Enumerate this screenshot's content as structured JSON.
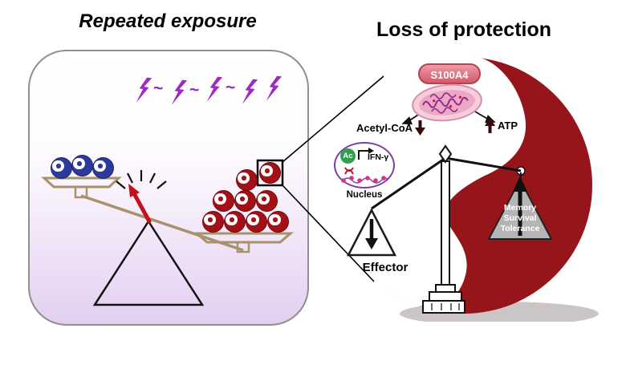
{
  "left_panel": {
    "title": "Repeated exposure"
  },
  "right_panel": {
    "title": "Loss of protection",
    "s100a4": "S100A4",
    "acetyl_coa": "Acetyl-CoA",
    "atp": "ATP",
    "ac": "Ac",
    "ifn_gamma": "IFN-γ",
    "nucleus_label": "Nucleus",
    "effector": "Effector",
    "memory": "Memory",
    "survival": "Survival",
    "tolerance": "Tolerance"
  },
  "colors": {
    "dark_red": "#96151b",
    "purple_bolt": "#9e2bbf",
    "blue_ball": "#2c3a9c",
    "red_ball": "#a31016",
    "pink_badge": "#e8808f",
    "gray_triangle": "#b5b5b5",
    "needle_red": "#c1121c"
  }
}
